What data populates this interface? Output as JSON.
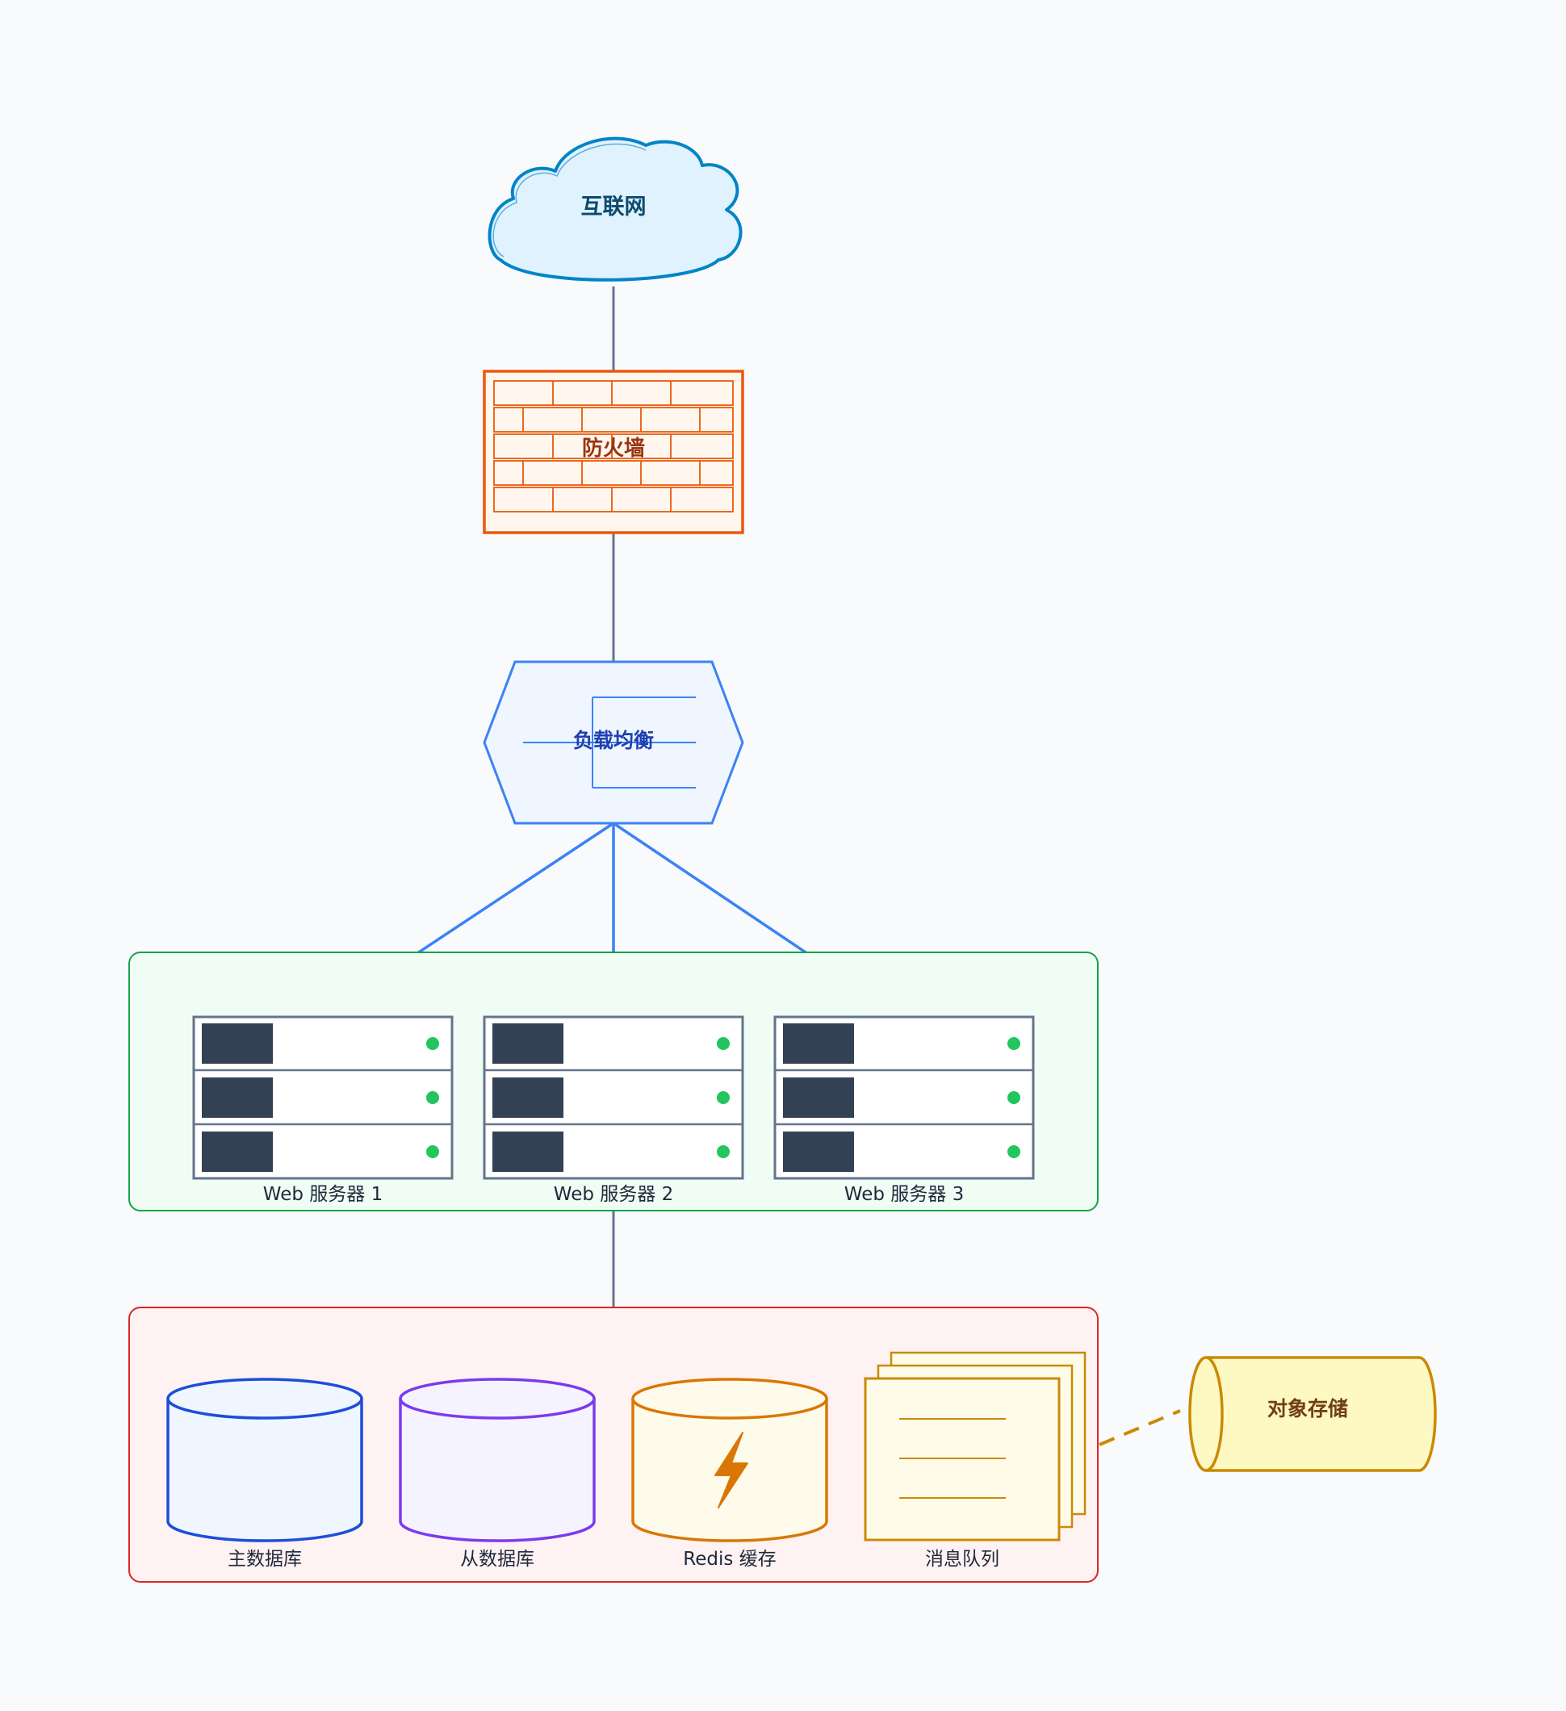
{
  "nodes": {
    "internet": {
      "label": "互联网"
    },
    "firewall": {
      "label": "防火墙"
    },
    "load_balancer": {
      "label": "负载均衡"
    },
    "web_servers": [
      {
        "label": "Web 服务器 1",
        "status_color": "#22c55e"
      },
      {
        "label": "Web 服务器 2",
        "status_color": "#22c55e"
      },
      {
        "label": "Web 服务器 3",
        "status_color": "#22c55e"
      }
    ],
    "data_layer": [
      {
        "label": "主数据库",
        "icon": "database-icon"
      },
      {
        "label": "从数据库",
        "icon": "database-icon"
      },
      {
        "label": "Redis 缓存",
        "icon": "lightning-icon"
      },
      {
        "label": "消息队列",
        "icon": "message-queue-icon"
      }
    ],
    "object_storage": {
      "label": "对象存储"
    }
  },
  "colors": {
    "background": "#f8fafc",
    "connector": "#64748b",
    "internet_stroke": "#0284c7",
    "internet_fill": "#e0f2fe",
    "firewall_stroke": "#ea580c",
    "firewall_fill": "#fff7ed",
    "lb_stroke": "#3b82f6",
    "lb_fill": "#eff6ff",
    "web_group_stroke": "#16a34a",
    "web_group_fill": "#f0fdf4",
    "data_group_stroke": "#dc2626",
    "data_group_fill": "#fef2f2",
    "server_drive": "#334155",
    "primary_db": "#1d4ed8",
    "replica_db": "#7c3aed",
    "redis": "#d97706",
    "queue": "#ca8a04",
    "storage_fill": "#fef9c3"
  }
}
